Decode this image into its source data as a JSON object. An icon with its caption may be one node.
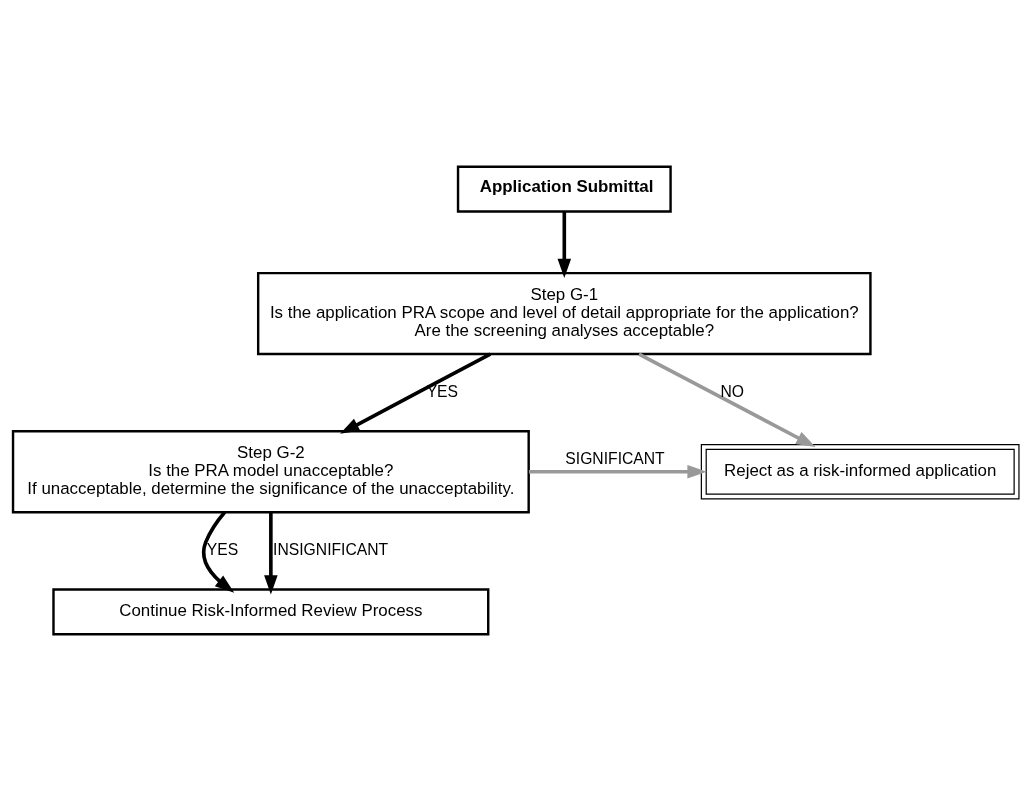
{
  "diagram": {
    "nodes": [
      {
        "text": [
          "Application Submittal"
        ]
      },
      {
        "text": [
          "Step G-1",
          "Is the application PRA scope and level of detail appropriate for the application?",
          "Are the screening analyses acceptable?"
        ]
      },
      {
        "text": [
          "Reject as a risk-informed application"
        ]
      },
      {
        "text": [
          "Step G-2",
          "Is the PRA model unacceptable?",
          "If unacceptable, determine the significance of the unacceptability."
        ]
      },
      {
        "text": [
          "Continue Risk-Informed Review Process"
        ]
      }
    ],
    "edges": [
      {
        "from": 0,
        "to": 1,
        "arrow": "to"
      },
      {
        "from": 1,
        "to": 2,
        "arrow": "to",
        "label": "NO",
        "color": "#999999"
      },
      {
        "from": 1,
        "to": 3,
        "arrow": "to",
        "label": "YES"
      },
      {
        "from": 3,
        "to": 2,
        "arrow": "to",
        "label": "SIGNIFICANT",
        "color": "#999999"
      },
      {
        "from": 3,
        "to": 4,
        "arrow": "to",
        "label": "YES"
      },
      {
        "from": 3,
        "to": 4,
        "arrow": "to",
        "label": "INSIGNIFICANT"
      }
    ]
  }
}
